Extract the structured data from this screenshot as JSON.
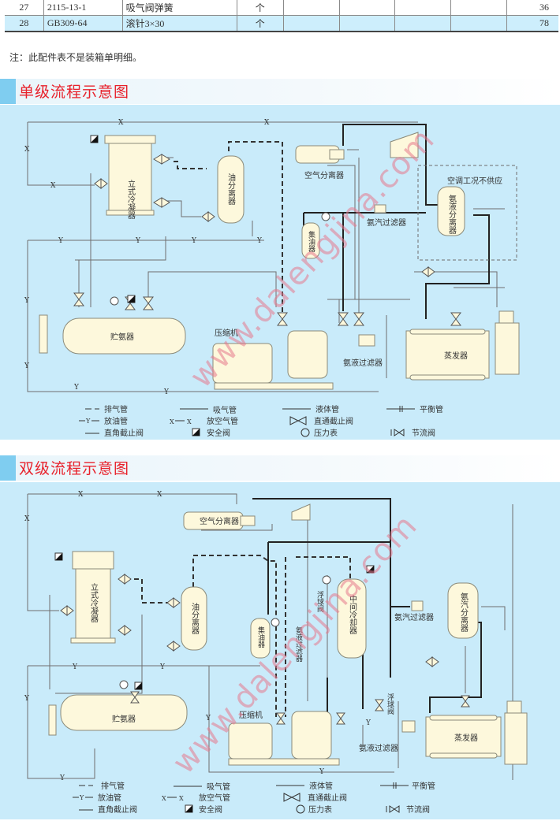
{
  "parts_table": {
    "rows": [
      {
        "no": "27",
        "code": "2115-13-1",
        "name": "吸气阀弹簧",
        "unit": "个",
        "e1": "",
        "e2": "",
        "e3": "",
        "e4": "",
        "qty": "36"
      },
      {
        "no": "28",
        "code": "GB309-64",
        "name": "滚针3×30",
        "unit": "个",
        "e1": "",
        "e2": "",
        "e3": "",
        "e4": "",
        "qty": "78"
      }
    ]
  },
  "note": "注：此配件表不是装箱单明细。",
  "single_stage": {
    "title": "单级流程示意图",
    "labels": {
      "vertical_condenser": "立式冷凝器",
      "oil_separator": "油分离器",
      "air_separator": "空气分离器",
      "oil_collector": "集油器",
      "ammonia_gas_filter": "氨汽过滤器",
      "ac_note": "空调工况不供应",
      "ammonia_liquid_separator": "氨液分离器",
      "receiver": "贮氨器",
      "compressor": "压缩机",
      "ammonia_liquid_filter": "氨液过滤器",
      "evaporator": "蒸发器",
      "x": "X",
      "y": "Y"
    }
  },
  "double_stage": {
    "title": "双级流程示意图",
    "labels": {
      "vertical_condenser": "立式冷凝器",
      "oil_separator": "油分离器",
      "air_separator": "空气分离器",
      "oil_collector": "集油器",
      "intercooler": "中间冷却器",
      "float_valve": "浮球阀",
      "float_valve_2": "浮球阀",
      "ammonia_liquid_filter_v": "氨液过滤器",
      "ammonia_gas_filter": "氨汽过滤器",
      "ammonia_gas_separator": "氨汽分离器",
      "receiver": "贮氨器",
      "compressor": "压缩机",
      "ammonia_liquid_filter": "氨液过滤器",
      "evaporator": "蒸发器",
      "x": "X",
      "y": "Y"
    }
  },
  "legend": {
    "discharge_pipe": "排气管",
    "suction_pipe": "吸气管",
    "liquid_pipe": "液体管",
    "balance_pipe": "平衡管",
    "oil_drain_pipe": "放油管",
    "air_vent_pipe": "放空气管",
    "straight_stop_valve": "直通截止阀",
    "angle_stop_valve": "直角截止阀",
    "safety_valve": "安全阀",
    "pressure_gauge": "压力表",
    "throttle_valve": "节流阀",
    "sym_y": "Y",
    "sym_x": "X"
  },
  "watermark": "www.dalengjina.com",
  "colors": {
    "accent": "#e8212b",
    "panel": "#c9ebfa",
    "equipment": "#fdf8dc",
    "line": "#6a6a6a"
  }
}
